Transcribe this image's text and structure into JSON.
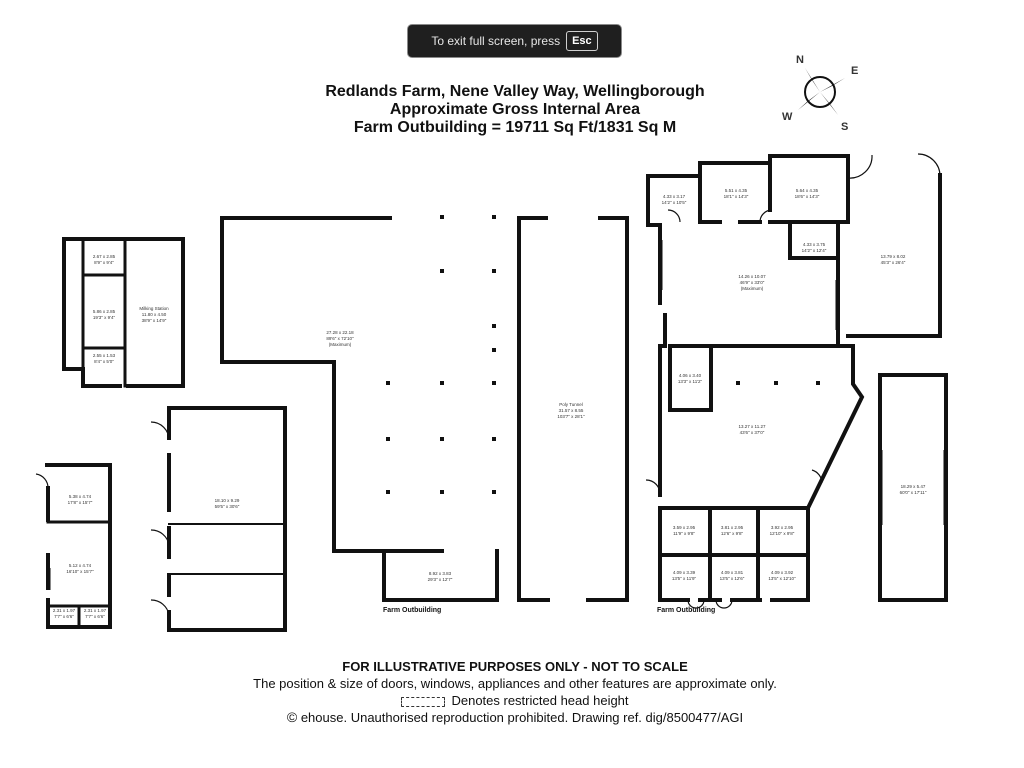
{
  "banner": {
    "text": "To exit full screen, press",
    "key": "Esc"
  },
  "title": {
    "line1": "Redlands Farm, Nene Valley Way, Wellingborough",
    "line2": "Approximate Gross Internal Area",
    "line3": "Farm Outbuilding = 19711 Sq Ft/1831 Sq M"
  },
  "compass": {
    "n": "N",
    "e": "E",
    "s": "S",
    "w": "W"
  },
  "rooms": {
    "r_a": {
      "a": "2.67 x 2.85",
      "b": "8'9\" x 9'4\""
    },
    "r_b": {
      "a": "5.86 x 2.85",
      "b": "19'3\" x 9'4\""
    },
    "r_c": {
      "a": "2.55 x 1.53",
      "b": "8'4\" x 5'0\""
    },
    "milking": {
      "name": "Milking Station",
      "a": "11.80 x 4.50",
      "b": "38'9\" x 14'9\""
    },
    "main_barn": {
      "a": "27.28 x 22.18",
      "b": "89'6\" x 72'10\"",
      "c": "(Maximum)"
    },
    "poly_tunnel": {
      "name": "Poly Tunnel",
      "a": "31.57 x 8.55",
      "b": "103'7\" x 28'1\""
    },
    "store_small": {
      "a": "8.92 x 3.83",
      "b": "29'3\" x 12'7\""
    },
    "shed_lg": {
      "a": "18.10 x 9.29",
      "b": "59'5\" x 30'6\""
    },
    "sm1": {
      "a": "5.38 x 4.74",
      "b": "17'8\" x 15'7\""
    },
    "sm2": {
      "a": "5.12 x 4.74",
      "b": "16'10\" x 15'7\""
    },
    "sm3": {
      "a": "2.31 x 1.97",
      "b": "7'7\" x 6'6\""
    },
    "sm4": {
      "a": "2.31 x 1.97",
      "b": "7'7\" x 6'6\""
    },
    "rt1": {
      "a": "4.33 x 3.17",
      "b": "14'2\" x 10'5\""
    },
    "rt2": {
      "a": "5.51 x 4.35",
      "b": "18'1\" x 14'3\""
    },
    "rt3": {
      "a": "5.64 x 4.35",
      "b": "18'6\" x 14'3\""
    },
    "rt4": {
      "a": "4.33 x 3.75",
      "b": "14'2\" x 12'4\""
    },
    "rt5": {
      "a": "13.79 x 8.02",
      "b": "45'3\" x 26'4\""
    },
    "rc1": {
      "a": "14.26 x 10.07",
      "b": "46'9\" x 33'0\"",
      "c": "(Maximum)"
    },
    "rc2": {
      "a": "4.06 x 3.40",
      "b": "13'3\" x 11'2\""
    },
    "rc3": {
      "a": "13.27 x 11.27",
      "b": "43'6\" x 37'0\""
    },
    "stall1": {
      "a": "3.59 x 2.95",
      "b": "11'9\" x 9'8\""
    },
    "stall2": {
      "a": "3.81 x 2.95",
      "b": "12'6\" x 9'8\""
    },
    "stall3": {
      "a": "3.92 x 2.95",
      "b": "12'10\" x 9'8\""
    },
    "stall4": {
      "a": "4.09 x 3.39",
      "b": "13'5\" x 11'9\""
    },
    "stall5": {
      "a": "4.09 x 3.81",
      "b": "13'5\" x 12'6\""
    },
    "stall6": {
      "a": "4.09 x 3.92",
      "b": "13'5\" x 12'10\""
    },
    "far_right": {
      "a": "18.29 x 5.47",
      "b": "60'0\" x 17'11\""
    }
  },
  "outbuilding_labels": {
    "center": "Farm Outbuilding",
    "right": "Farm Outbuilding"
  },
  "footer": {
    "line1": "FOR ILLUSTRATIVE PURPOSES ONLY - NOT TO SCALE",
    "line2": "The position & size of doors, windows, appliances and other features are approximate only.",
    "line3": "Denotes restricted head height",
    "line4": "ehouse. Unauthorised reproduction prohibited. Drawing ref. dig/8500477/AGI",
    "copyright_symbol": "©"
  }
}
